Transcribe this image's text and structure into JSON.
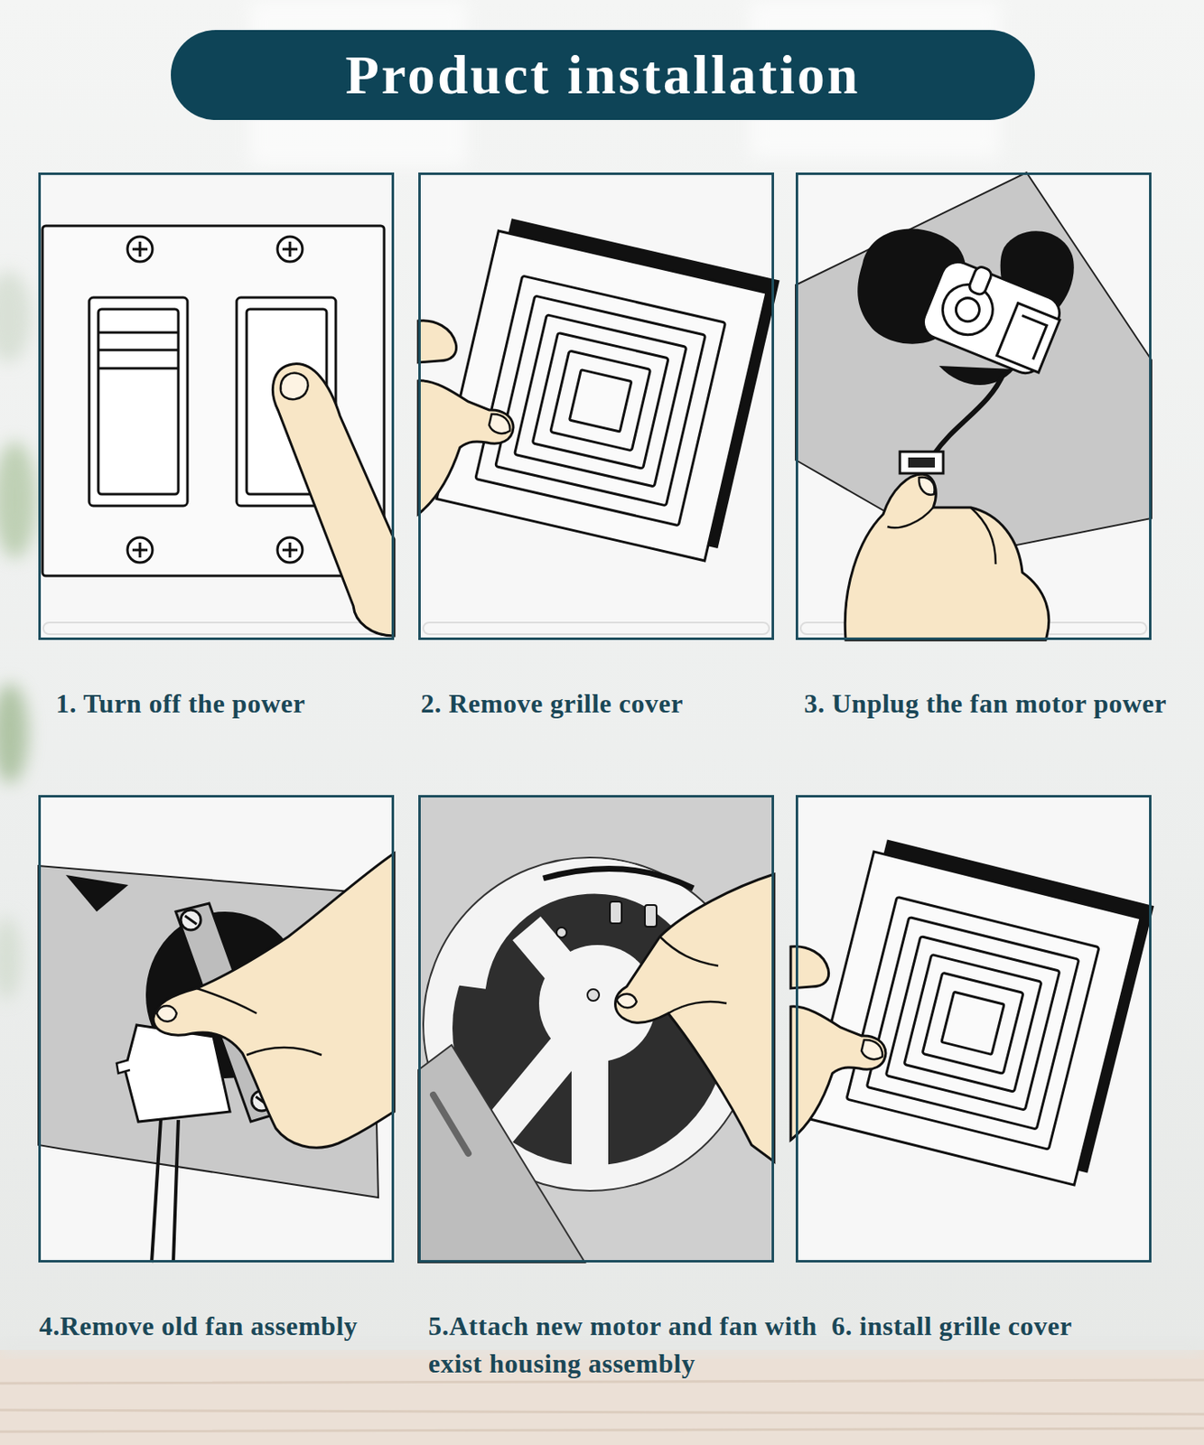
{
  "diagram": {
    "title": "Product installation",
    "nodes": [
      {
        "text": [
          "1. Turn off the power"
        ]
      },
      {
        "text": [
          "2. Remove grille cover"
        ]
      },
      {
        "text": [
          "3. Unplug the fan motor power"
        ]
      },
      {
        "text": [
          "4.Remove old fan assembly"
        ]
      },
      {
        "text": [
          "5.Attach new motor and fan with exist housing assembly"
        ]
      },
      {
        "text": [
          "6. install grille cover"
        ]
      }
    ],
    "edges": []
  }
}
